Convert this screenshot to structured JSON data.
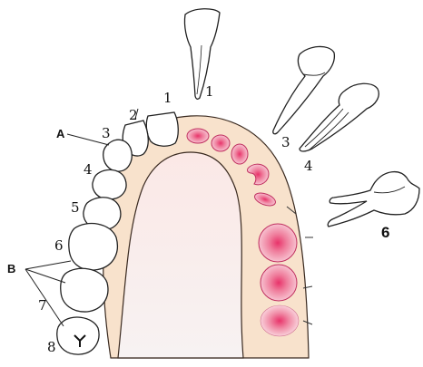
{
  "diagram": {
    "tooth_labels": {
      "upper_central": "1",
      "upper_lateral": "2",
      "upper_canine": "3",
      "upper_first_premolar": "4",
      "upper_second_premolar": "5",
      "upper_first_molar": "6",
      "upper_second_molar": "7",
      "upper_third_molar": "8"
    },
    "root_labels": {
      "incisor_root": "1",
      "canine_root": "3",
      "premolar_root": "4",
      "molar_root": "6"
    },
    "callouts": {
      "a": "A",
      "b": "B"
    },
    "colors": {
      "gum": "#f8e2cc",
      "gum_outline": "#3a2a20",
      "palate_top": "#fce9e7",
      "socket_pink": "#e04a74",
      "socket_fill": "#f3b0c4",
      "tooth_fill": "#ffffff",
      "stroke": "#222222"
    }
  }
}
